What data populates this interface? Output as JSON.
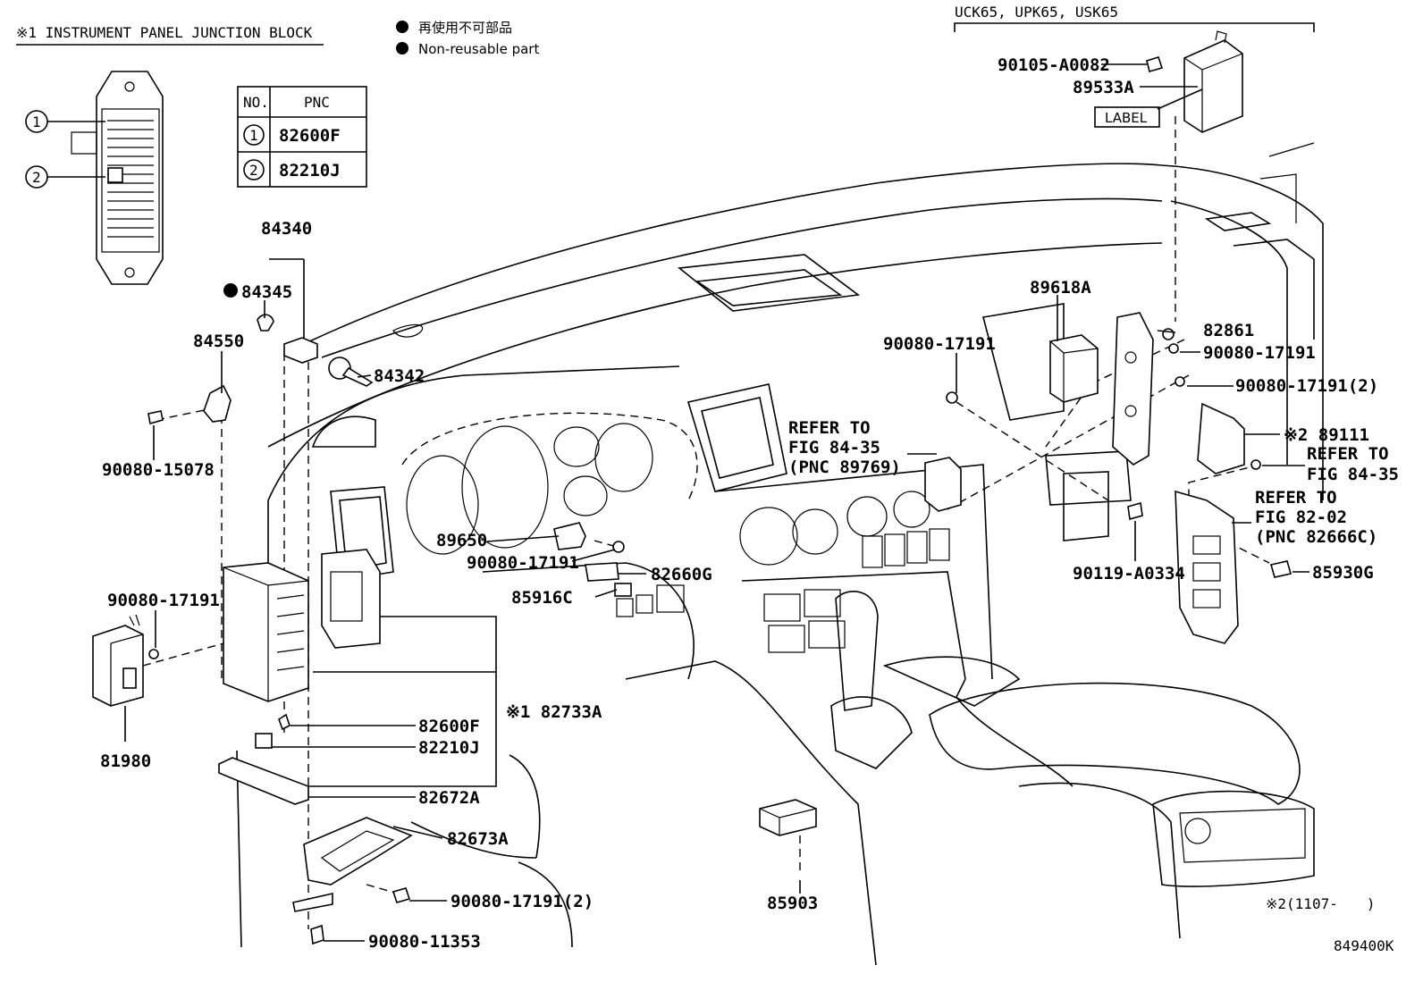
{
  "header": {
    "inset_title": "※1 INSTRUMENT PANEL JUNCTION BLOCK",
    "legend_jp": "再使用不可部品",
    "legend_en": "Non-reusable part",
    "variant": "UCK65, UPK65, USK65",
    "note": "※2(1107-　　)",
    "figure_code": "849400K"
  },
  "pnc_table": {
    "col_no": "NO.",
    "col_pnc": "PNC",
    "rows": [
      {
        "no": "1",
        "pnc": "82600F"
      },
      {
        "no": "2",
        "pnc": "82210J"
      }
    ]
  },
  "inset_callouts": [
    "1",
    "2"
  ],
  "parts": {
    "p84340": "84340",
    "p84345": "84345",
    "p84342": "84342",
    "p84550": "84550",
    "p90080_15078": "90080-15078",
    "p90080_17191_a": "90080-17191",
    "p81980": "81980",
    "p89650": "89650",
    "p90080_17191_b": "90080-17191",
    "p82660G": "82660G",
    "p85916C": "85916C",
    "p82733A": "※1 82733A",
    "p82600F": "82600F",
    "p82210J": "82210J",
    "p82672A": "82672A",
    "p82673A": "82673A",
    "p90080_17191_2a": "90080-17191(2)",
    "p90080_11353": "90080-11353",
    "p85903": "85903",
    "p90080_17191_c": "90080-17191",
    "p90105_A0082": "90105-A0082",
    "p89533A": "89533A",
    "label_box": "LABEL",
    "p89618A": "89618A",
    "p82861": "82861",
    "p90080_17191_d": "90080-17191",
    "p90080_17191_2b": "90080-17191(2)",
    "p89111": "※2 89111",
    "p90119_A0334": "90119-A0334",
    "p85930G": "85930G"
  },
  "refers": {
    "r1_line1": "REFER TO",
    "r1_line2": "FIG 84-35",
    "r1_line3": "(PNC 89769)",
    "r2_line1": "REFER TO",
    "r2_line2": "FIG 84-35",
    "r3_line1": "REFER TO",
    "r3_line2": "FIG 82-02",
    "r3_line3": "(PNC 82666C)"
  }
}
